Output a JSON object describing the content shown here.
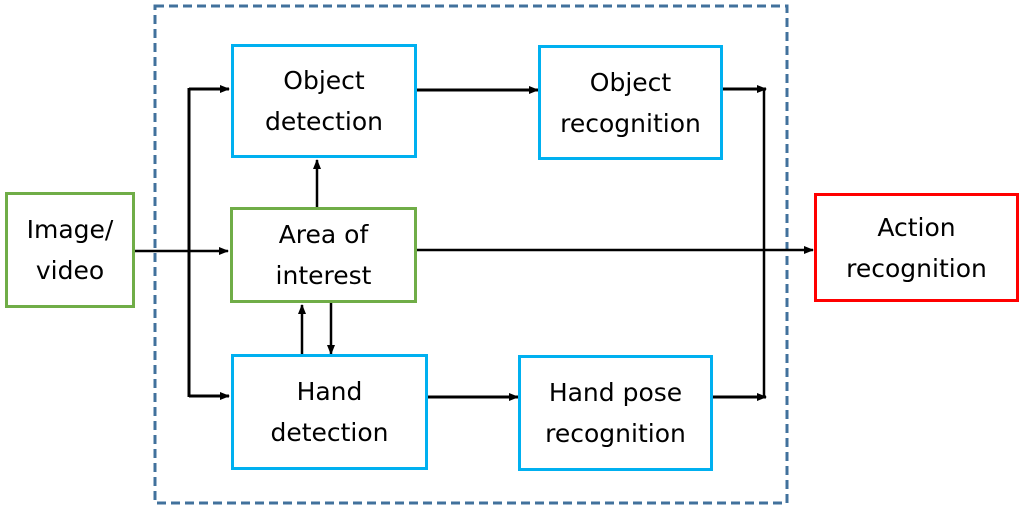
{
  "colors": {
    "input_border": "#70ad47",
    "process_border": "#00b0f0",
    "output_border": "#ff0000",
    "frame_border": "#41719c",
    "arrow": "#000000"
  },
  "nodes": {
    "image_video": "Image/\nvideo",
    "object_detection": "Object\ndetection",
    "object_recognition": "Object\nrecognition",
    "area_of_interest": "Area of\ninterest",
    "hand_detection": "Hand\ndetection",
    "hand_pose_recognition": "Hand pose\nrecognition",
    "action_recognition": "Action\nrecognition"
  },
  "edges": [
    {
      "from": "image_video",
      "to": "area_of_interest"
    },
    {
      "from": "image_video",
      "to": "object_detection"
    },
    {
      "from": "image_video",
      "to": "hand_detection"
    },
    {
      "from": "area_of_interest",
      "to": "object_detection"
    },
    {
      "from": "area_of_interest",
      "to": "hand_detection"
    },
    {
      "from": "hand_detection",
      "to": "area_of_interest"
    },
    {
      "from": "object_detection",
      "to": "object_recognition"
    },
    {
      "from": "hand_detection",
      "to": "hand_pose_recognition"
    },
    {
      "from": "object_recognition",
      "to": "action_recognition"
    },
    {
      "from": "area_of_interest",
      "to": "action_recognition"
    },
    {
      "from": "hand_pose_recognition",
      "to": "action_recognition"
    }
  ]
}
